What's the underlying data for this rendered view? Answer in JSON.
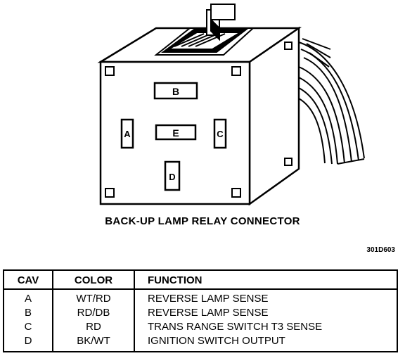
{
  "diagram": {
    "cavities": {
      "a": "A",
      "b": "B",
      "c": "C",
      "d": "D",
      "e": "E"
    },
    "caption": "BACK-UP LAMP RELAY CONNECTOR",
    "figure_ref": "301D603"
  },
  "table": {
    "headers": {
      "cav": "CAV",
      "color": "COLOR",
      "function": "FUNCTION"
    },
    "rows": [
      {
        "cav": "A",
        "color": "WT/RD",
        "function": "REVERSE LAMP SENSE"
      },
      {
        "cav": "B",
        "color": "RD/DB",
        "function": "REVERSE LAMP SENSE"
      },
      {
        "cav": "C",
        "color": "RD",
        "function": "TRANS RANGE SWITCH T3 SENSE"
      },
      {
        "cav": "D",
        "color": "BK/WT",
        "function": "IGNITION SWITCH OUTPUT"
      }
    ]
  }
}
